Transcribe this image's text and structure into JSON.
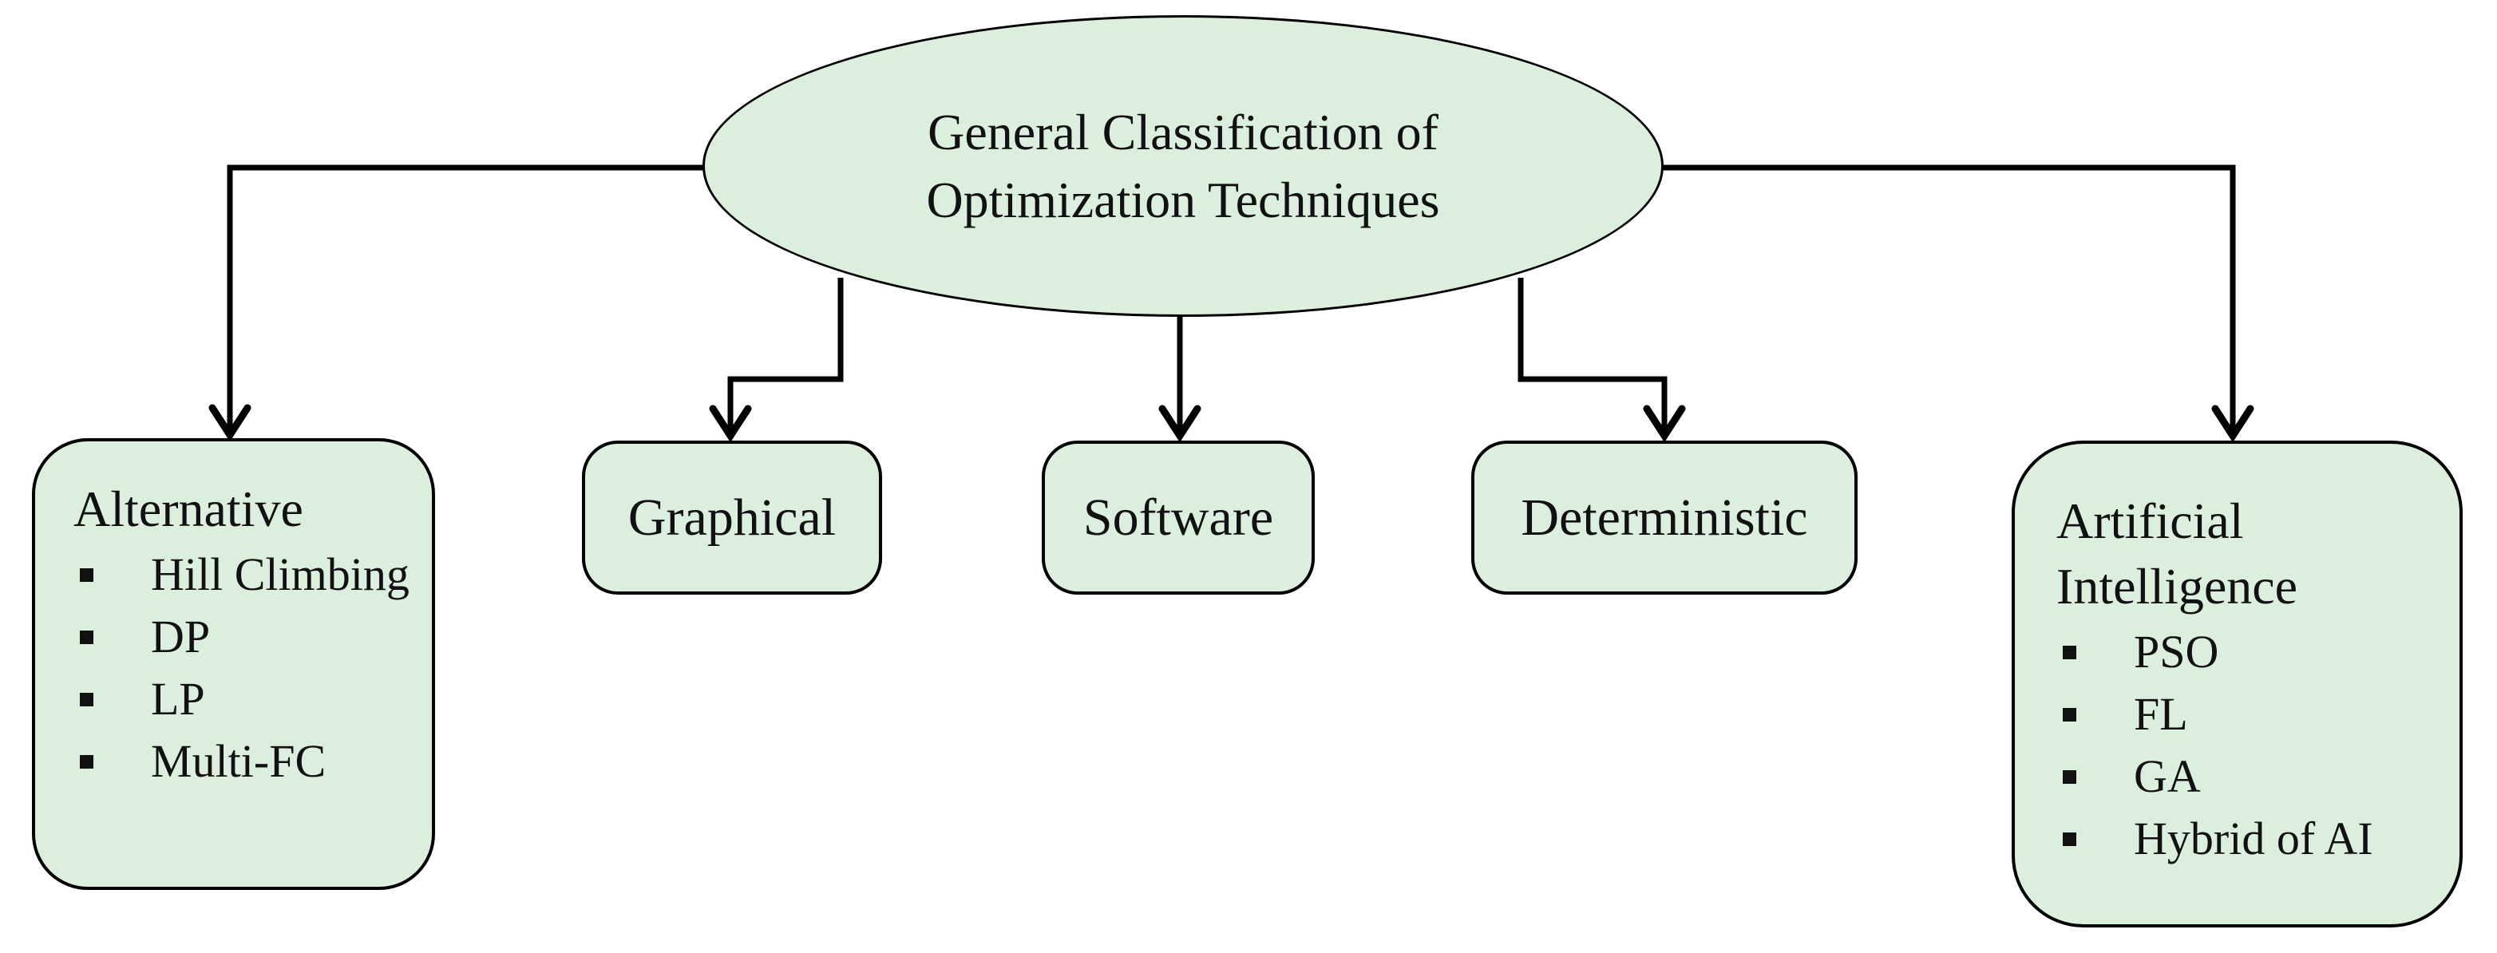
{
  "diagram": {
    "root": {
      "label_lines": [
        "General Classification of",
        "Optimization Techniques"
      ]
    },
    "branches": [
      {
        "id": "alternative",
        "label": "Alternative",
        "items": [
          "Hill Climbing",
          "DP",
          "LP",
          "Multi-FC"
        ]
      },
      {
        "id": "graphical",
        "label": "Graphical",
        "items": []
      },
      {
        "id": "software",
        "label": "Software",
        "items": []
      },
      {
        "id": "deterministic",
        "label": "Deterministic",
        "items": []
      },
      {
        "id": "artificial-intelligence",
        "label": "Artificial Intelligence",
        "items": [
          "PSO",
          "FL",
          "GA",
          "Hybrid of AI"
        ]
      }
    ],
    "colors": {
      "node_fill": "#dceedd",
      "node_border": "#000000",
      "connector": "#000000",
      "text": "#111111",
      "background": "#ffffff"
    }
  }
}
